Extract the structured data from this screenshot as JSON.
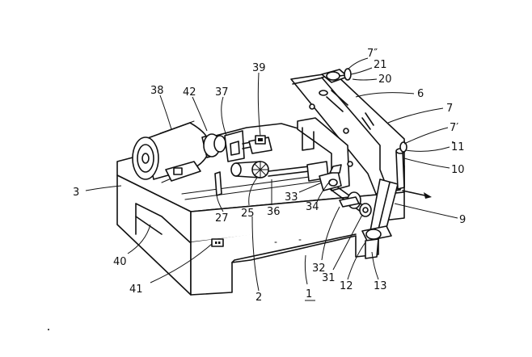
{
  "figure": {
    "labels": {
      "l38": "38",
      "l42": "42",
      "l37": "37",
      "l39": "39",
      "l7pp": "7″",
      "l21": "21",
      "l20": "20",
      "l6": "6",
      "l7": "7",
      "l7p": "7′",
      "l11": "11",
      "l10": "10",
      "l9": "9",
      "l3": "3",
      "l27": "27",
      "l25": "25",
      "l36": "36",
      "l33": "33",
      "l34": "34",
      "l40": "40",
      "l41": "41",
      "l2": "2",
      "l1": "1",
      "l32": "32",
      "l31": "31",
      "l12": "12",
      "l13": "13"
    }
  }
}
